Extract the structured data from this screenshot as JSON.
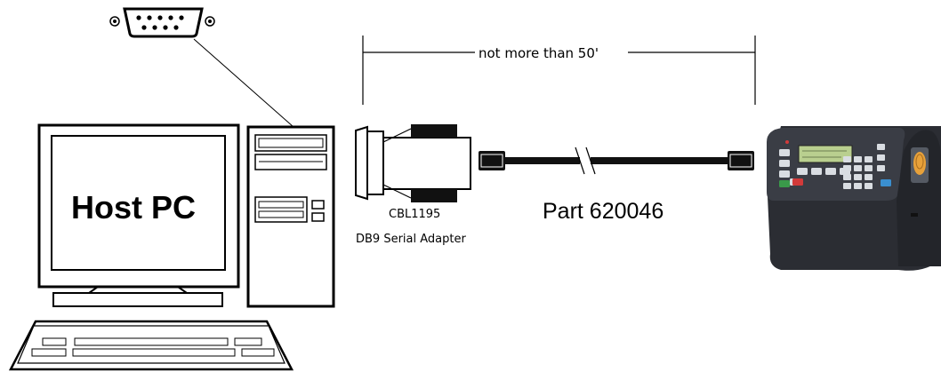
{
  "host_pc": {
    "label": "Host PC"
  },
  "distance": {
    "label": "not more than 50'"
  },
  "adapter": {
    "part": "CBL1195",
    "description": "DB9 Serial Adapter"
  },
  "cable": {
    "label": "Part 620046"
  },
  "colors": {
    "line": "#000000",
    "terminal_body": "#2b2d33",
    "lcd": "#b9cf8f",
    "scanner": "#e7a13a",
    "key_red": "#d23a3a",
    "key_green": "#3a9a4a",
    "key_blue": "#3a8fd0"
  }
}
